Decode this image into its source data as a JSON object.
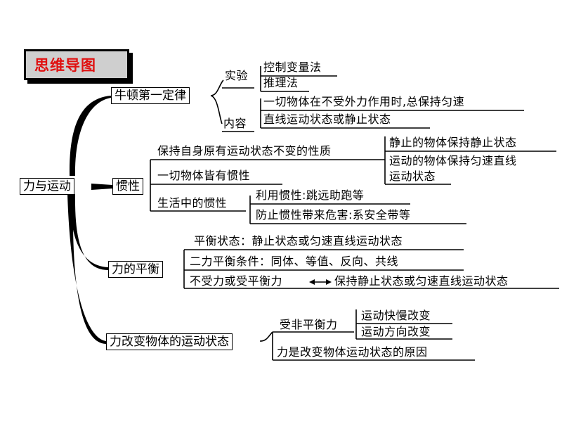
{
  "title": "思维导图",
  "root": "力与运动",
  "n1": {
    "label": "牛顿第一定律",
    "experiment": "实验",
    "exp_items": [
      "控制变量法",
      "推理法"
    ],
    "content": "内容",
    "content_line1": "一切物体在不受外力作用时,总保持匀速",
    "content_line2": "直线运动状态或静止状态"
  },
  "inertia": {
    "label": "惯性",
    "property": "保持自身原有运动状态不变的性质",
    "property_items": [
      "静止的物体保持静止状态",
      "运动的物体保持匀速直线",
      "运动状态"
    ],
    "all_have": "一切物体皆有惯性",
    "life": "生活中的惯性",
    "life_items": [
      "利用惯性:跳远助跑等",
      "防止惯性带来危害:系安全带等"
    ]
  },
  "balance": {
    "label": "力的平衡",
    "items": [
      "平衡状态：静止状态或匀速直线运动状态",
      "二力平衡条件：同体、等值、反向、共线"
    ],
    "relation_left": "不受力或受平衡力",
    "relation_right": "保持静止状态或匀速直线运动状态"
  },
  "change": {
    "label": "力改变物体的运动状态",
    "unbalanced": "受非平衡力",
    "unbalanced_items": [
      "运动快慢改变",
      "运动方向改变"
    ],
    "cause": "力是改变物体运动状态的原因"
  }
}
